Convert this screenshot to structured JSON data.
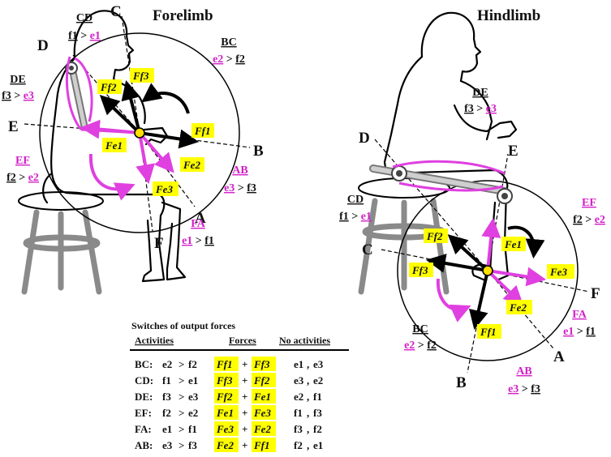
{
  "titles": {
    "forelimb": "Forelimb",
    "hindlimb": "Hindlimb"
  },
  "colors": {
    "extensor": "#e040e0",
    "flexor": "#000000",
    "label_bg": "#ffff00",
    "joint": "#ffe000",
    "chair": "#888888"
  },
  "points": [
    "A",
    "B",
    "C",
    "D",
    "E",
    "F"
  ],
  "force_labels": [
    "Ff1",
    "Ff2",
    "Ff3",
    "Fe1",
    "Fe2",
    "Fe3"
  ],
  "forelimb_switches": [
    {
      "name": "CD",
      "left": "f1",
      "op": ">",
      "right": "e1"
    },
    {
      "name": "BC",
      "left": "e2",
      "op": ">",
      "right": "f2"
    },
    {
      "name": "DE",
      "left": "f3",
      "op": ">",
      "right": "e3"
    },
    {
      "name": "EF",
      "left": "f2",
      "op": ">",
      "right": "e2"
    },
    {
      "name": "AB",
      "left": "e3",
      "op": ">",
      "right": "f3"
    },
    {
      "name": "FA",
      "left": "e1",
      "op": ">",
      "right": "f1"
    }
  ],
  "hindlimb_switches": [
    {
      "name": "DE",
      "left": "f3",
      "op": ">",
      "right": "e3"
    },
    {
      "name": "CD",
      "left": "f1",
      "op": ">",
      "right": "e1"
    },
    {
      "name": "EF",
      "left": "f2",
      "op": ">",
      "right": "e2"
    },
    {
      "name": "BC",
      "left": "e2",
      "op": ">",
      "right": "f2"
    },
    {
      "name": "FA",
      "left": "e1",
      "op": ">",
      "right": "f1"
    },
    {
      "name": "AB",
      "left": "e3",
      "op": ">",
      "right": "f3"
    }
  ],
  "table": {
    "title": "Switches of output forces",
    "headers": [
      "Activities",
      "Forces",
      "No activities"
    ],
    "rows": [
      {
        "name": "BC:",
        "act_left": "e2",
        "act_right": "f2",
        "force1": "Ff1",
        "force2": "Ff3",
        "none1": "e1",
        "none2": "e3"
      },
      {
        "name": "CD:",
        "act_left": "f1",
        "act_right": "e1",
        "force1": "Ff3",
        "force2": "Ff2",
        "none1": "e3",
        "none2": "e2"
      },
      {
        "name": "DE:",
        "act_left": "f3",
        "act_right": "e3",
        "force1": "Ff2",
        "force2": "Fe1",
        "none1": "e2",
        "none2": "f1"
      },
      {
        "name": "EF:",
        "act_left": "f2",
        "act_right": "e2",
        "force1": "Fe1",
        "force2": "Fe3",
        "none1": "f1",
        "none2": "f3"
      },
      {
        "name": "FA:",
        "act_left": "e1",
        "act_right": "f1",
        "force1": "Fe3",
        "force2": "Fe2",
        "none1": "f3",
        "none2": "f2"
      },
      {
        "name": "AB:",
        "act_left": "e3",
        "act_right": "f3",
        "force1": "Fe2",
        "force2": "Ff1",
        "none1": "f2",
        "none2": "e1"
      }
    ]
  }
}
